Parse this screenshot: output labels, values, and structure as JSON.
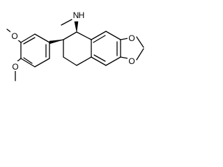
{
  "molecule": {
    "atoms": {
      "n_label": "N",
      "h_label": "H",
      "ome_top_label": "O",
      "ome_bottom_label": "O",
      "dioxole_top_label": "O",
      "dioxole_bottom_label": "O"
    },
    "stereo_bonds": [
      "wedge",
      "wedge"
    ],
    "colors": {
      "bond": "#000000",
      "background": "#ffffff"
    }
  }
}
